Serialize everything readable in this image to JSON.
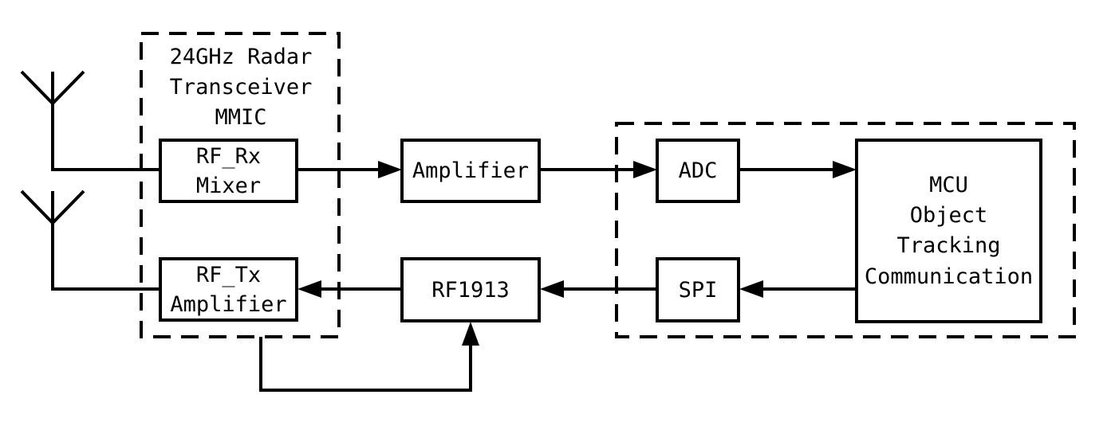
{
  "radar_group": {
    "title_lines": [
      "24GHz Radar",
      "Transceiver",
      "MMIC"
    ]
  },
  "blocks": {
    "rf_rx": {
      "lines": [
        "RF_Rx",
        "Mixer"
      ]
    },
    "rf_tx": {
      "lines": [
        "RF_Tx",
        "Amplifier"
      ]
    },
    "amplifier": {
      "lines": [
        "Amplifier"
      ]
    },
    "rf1913": {
      "lines": [
        "RF1913"
      ]
    },
    "adc": {
      "lines": [
        "ADC"
      ]
    },
    "spi": {
      "lines": [
        "SPI"
      ]
    },
    "mcu": {
      "lines": [
        "MCU",
        "Object",
        "Tracking",
        "Communication"
      ]
    }
  },
  "icons": {
    "rx_antenna": "antenna-icon",
    "tx_antenna": "antenna-icon"
  }
}
